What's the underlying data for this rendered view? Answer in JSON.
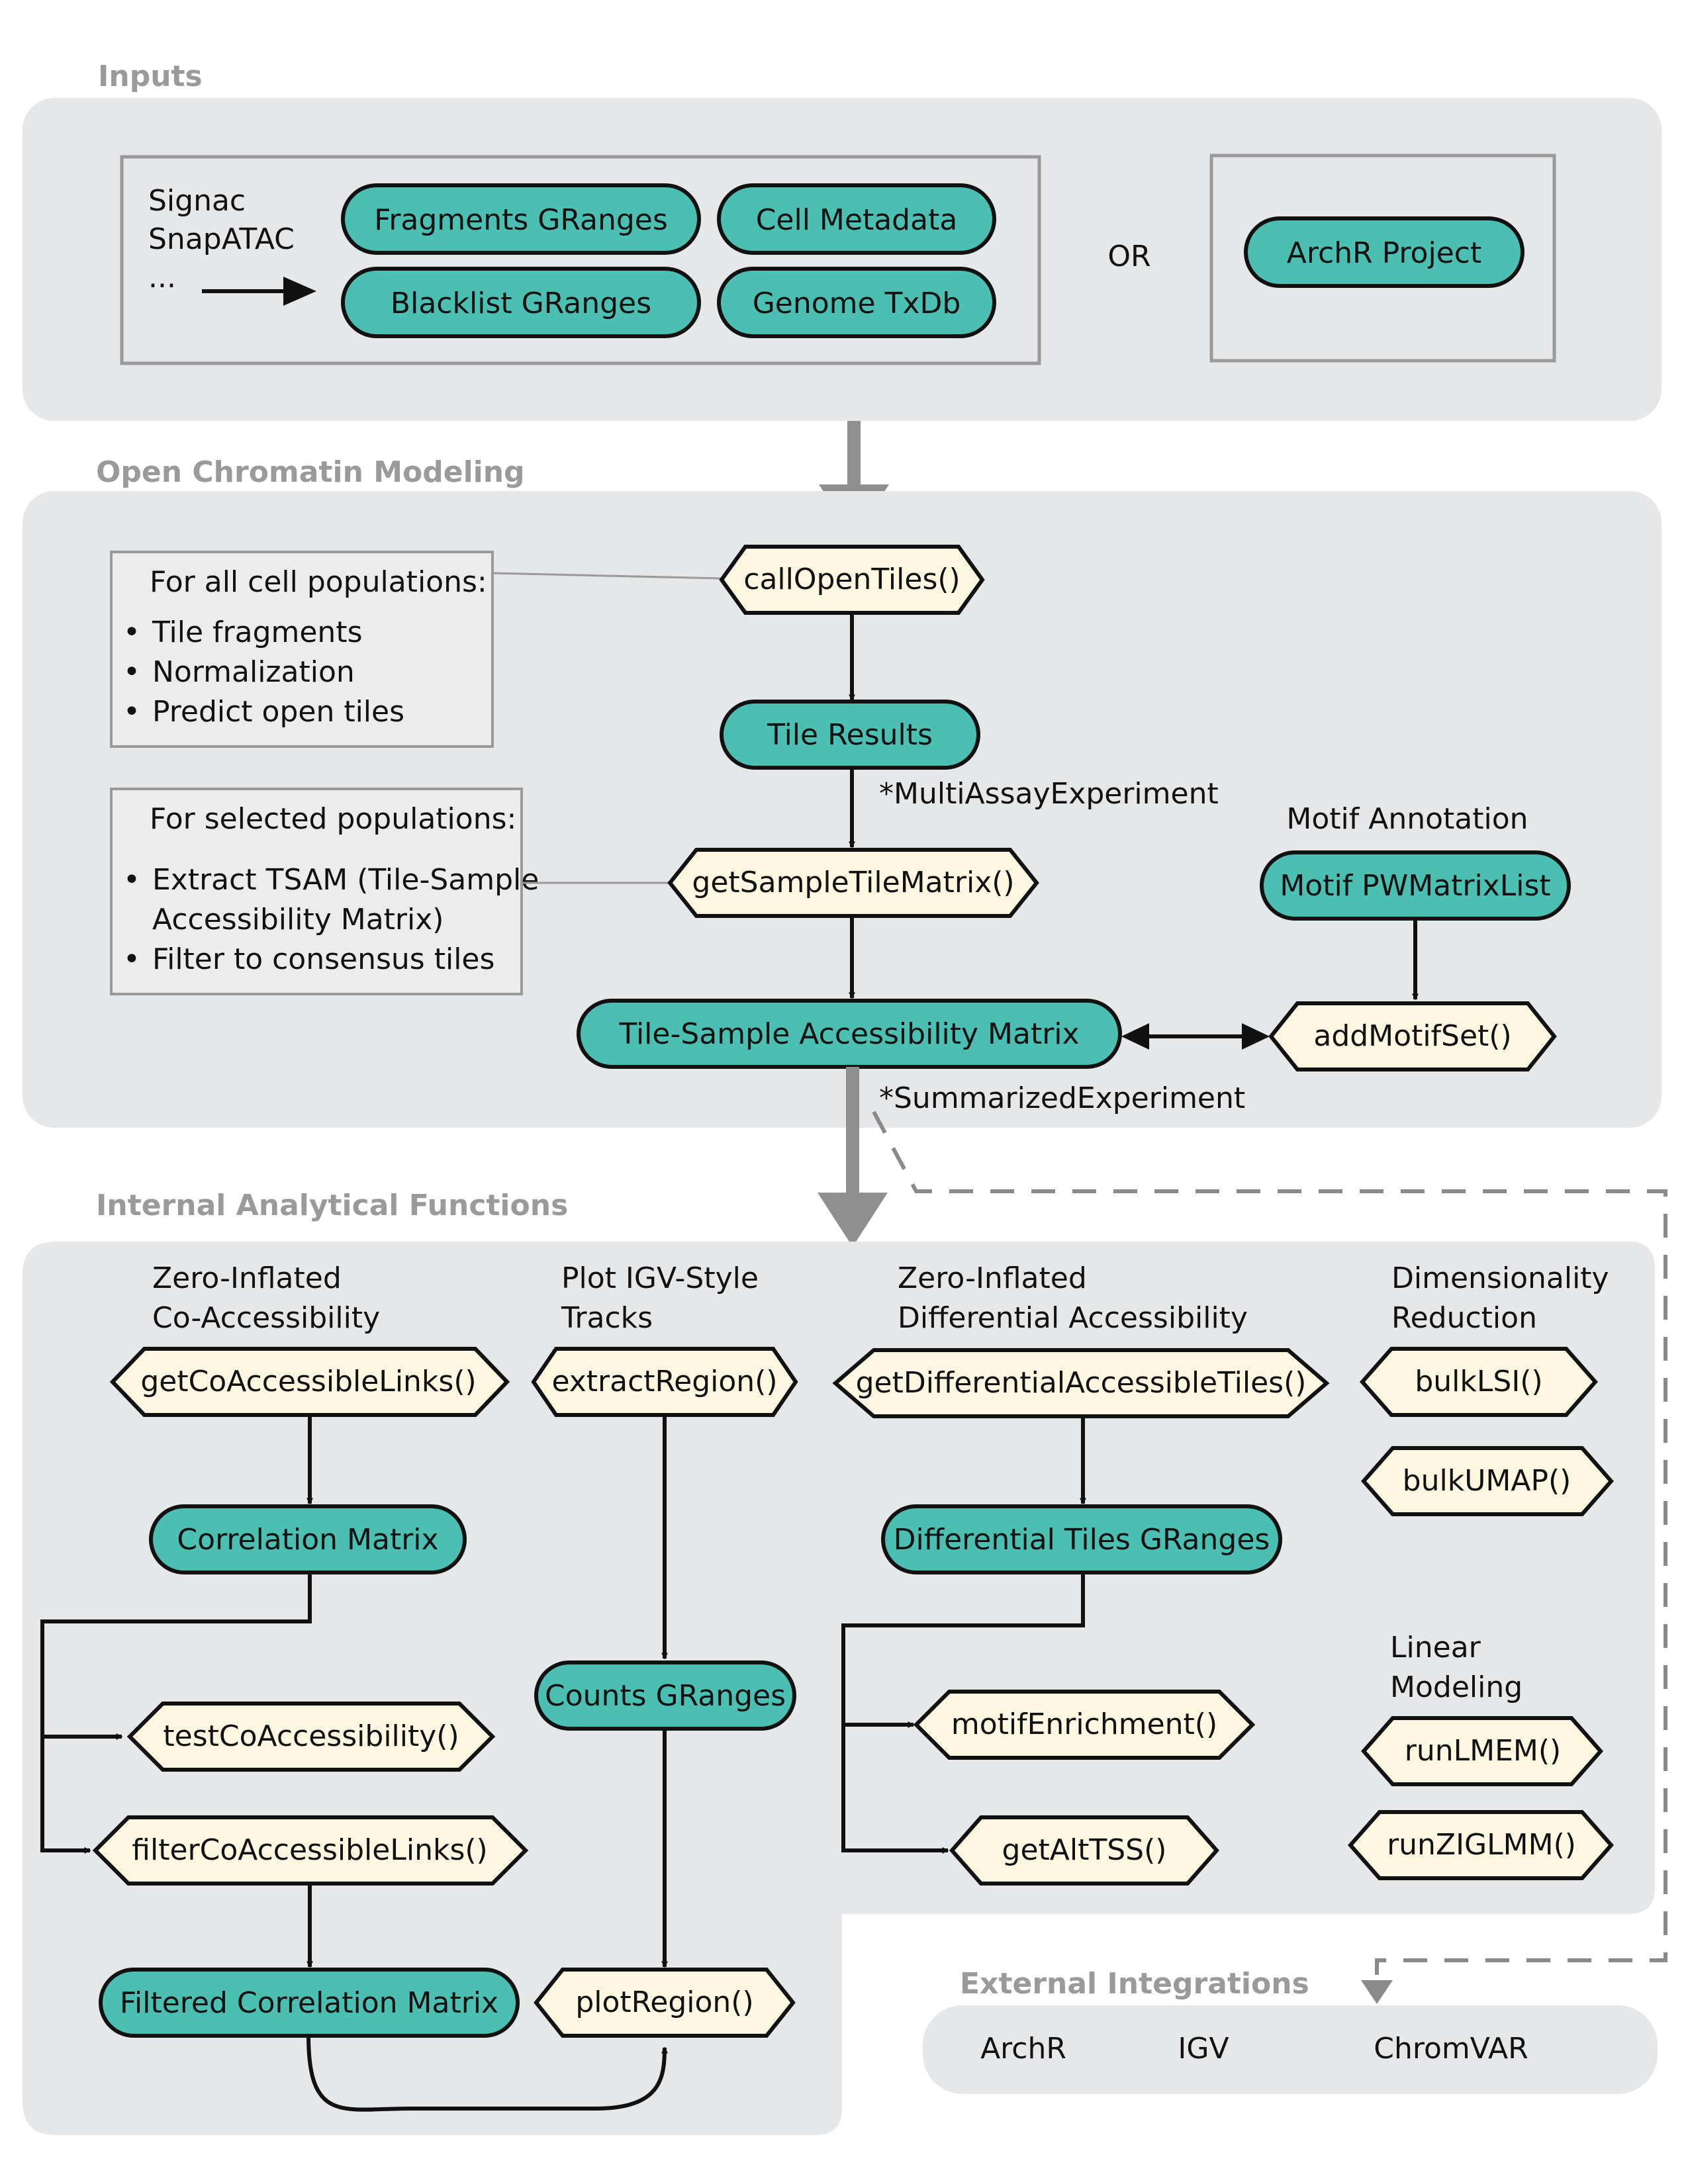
{
  "sections": {
    "inputs": "Inputs",
    "open_chromatin": "Open Chromatin Modeling",
    "internal": "Internal Analytical Functions",
    "external": "External Integrations"
  },
  "inputs": {
    "sources": [
      "Signac",
      "SnapATAC",
      "..."
    ],
    "fragments": "Fragments GRanges",
    "cell_metadata": "Cell Metadata",
    "blacklist": "Blacklist GRanges",
    "genome": "Genome TxDb",
    "or": "OR",
    "archr_project": "ArchR Project"
  },
  "open_chromatin": {
    "all_pops": {
      "heading": "For all cell populations:",
      "items": [
        "Tile fragments",
        "Normalization",
        "Predict open tiles"
      ]
    },
    "selected_pops": {
      "heading": "For selected populations:",
      "items": [
        "Extract TSAM (Tile-Sample",
        "Accessibility Matrix)",
        "Filter to consensus tiles"
      ]
    },
    "call_open_tiles": "callOpenTiles()",
    "tile_results": "Tile Results",
    "multiassay": "*MultiAssayExperiment",
    "get_sample_tile_matrix": "getSampleTileMatrix()",
    "tsam": "Tile-Sample Accessibility Matrix",
    "summarized": "*SummarizedExperiment",
    "motif_annotation": "Motif Annotation",
    "motif_pwm": "Motif PWMatrixList",
    "add_motif_set": "addMotifSet()"
  },
  "internal": {
    "coacc_title": [
      "Zero-Inflated",
      "Co-Accessibility"
    ],
    "get_coaccessible_links": "getCoAccessibleLinks()",
    "correlation_matrix": "Correlation Matrix",
    "test_coaccessibility": "testCoAccessibility()",
    "filter_coaccessible_links": "filterCoAccessibleLinks()",
    "filtered_correlation_matrix": "Filtered Correlation Matrix",
    "igv_title": [
      "Plot IGV-Style",
      "Tracks"
    ],
    "extract_region": "extractRegion()",
    "counts_granges": "Counts GRanges",
    "plot_region": "plotRegion()",
    "diff_title": [
      "Zero-Inflated",
      "Differential Accessibility"
    ],
    "get_diff_tiles": "getDifferentialAccessibleTiles()",
    "diff_tiles_granges": "Differential Tiles GRanges",
    "motif_enrichment": "motifEnrichment()",
    "get_alt_tss": "getAltTSS()",
    "dimred_title": [
      "Dimensionality",
      "Reduction"
    ],
    "bulk_lsi": "bulkLSI()",
    "bulk_umap": "bulkUMAP()",
    "linear_title": [
      "Linear",
      "Modeling"
    ],
    "run_lmem": "runLMEM()",
    "run_ziglmm": "runZIGLMM()"
  },
  "external": {
    "items": [
      "ArchR",
      "IGV",
      "ChromVAR"
    ]
  },
  "colors": {
    "panel": "#e6e7e8",
    "data_node": "#4cbfb3",
    "function_node": "#fdf6e0",
    "section_title": "#9a9a9a"
  }
}
